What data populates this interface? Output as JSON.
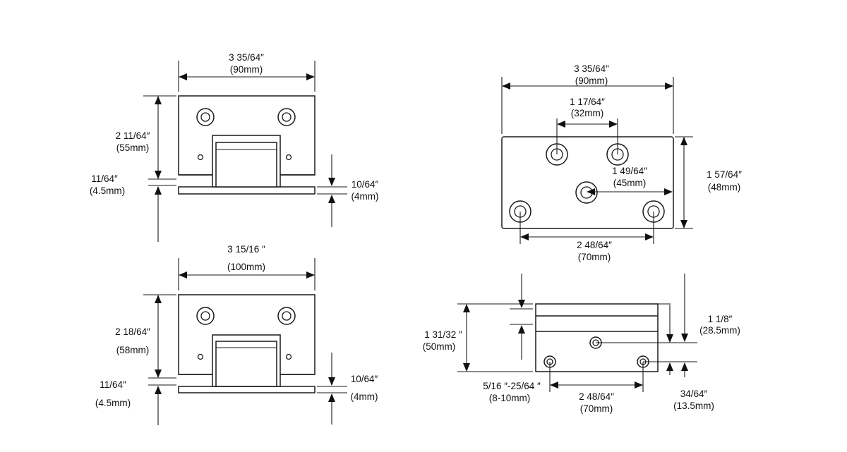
{
  "views": {
    "top_left": {
      "width_imperial": "3 35/64″",
      "width_metric": "(90mm)",
      "height_imperial": "2 11/64″",
      "height_metric": "(55mm)",
      "gap_imperial": "11/64″",
      "gap_metric": "(4.5mm)",
      "plate_imperial": "10/64″",
      "plate_metric": "(4mm)"
    },
    "bottom_left": {
      "width_imperial": "3 15/16 ″",
      "width_metric": "(100mm)",
      "height_imperial": "2 18/64″",
      "height_metric": "(58mm)",
      "gap_imperial": "11/64″",
      "gap_metric": "(4.5mm)",
      "plate_imperial": "10/64″",
      "plate_metric": "(4mm)"
    },
    "top_right": {
      "width_imperial": "3 35/64″",
      "width_metric": "(90mm)",
      "hole_spacing_imperial": "1 17/64″",
      "hole_spacing_metric": "(32mm)",
      "center_hole_imperial": "1 49/64″",
      "center_hole_metric": "(45mm)",
      "height_imperial": "1 57/64″",
      "height_metric": "(48mm)",
      "bottom_spacing_imperial": "2 48/64″",
      "bottom_spacing_metric": "(70mm)"
    },
    "bottom_right": {
      "height_imperial": "1 31/32 ″",
      "height_metric": "(50mm)",
      "thickness_range_imperial": "5/16 ″-25/64 ″",
      "thickness_range_metric": "(8-10mm)",
      "spacing_imperial": "2 48/64″",
      "spacing_metric": "(70mm)",
      "offset_imperial": "1 1/8″",
      "offset_metric": "(28.5mm)",
      "edge_imperial": "34/64″",
      "edge_metric": "(13.5mm)"
    }
  }
}
